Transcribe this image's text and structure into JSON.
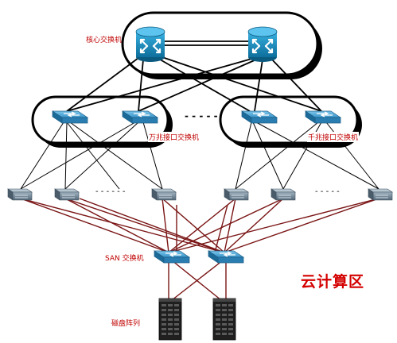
{
  "labels": {
    "core_switch": "核心交换机",
    "access_10g": "万兆接口交换机",
    "access_1g": "千兆接口交换机",
    "san_switch": "SAN 交换机",
    "storage_array": "磁盘阵列",
    "zone_title": "云计算区",
    "dots_access": "- - - - -",
    "dots_servers_left": "- - - - - -",
    "dots_servers_right": "- - - - -"
  },
  "colors": {
    "core_switch_fill": "#1a8fc2",
    "access_switch_fill": "#4aa3d4",
    "server_fill": "#6f8494",
    "storage_fill": "#2a2a2a",
    "network_link": "#000000",
    "fc_link": "#7a1515",
    "label_red": "#c00000"
  }
}
